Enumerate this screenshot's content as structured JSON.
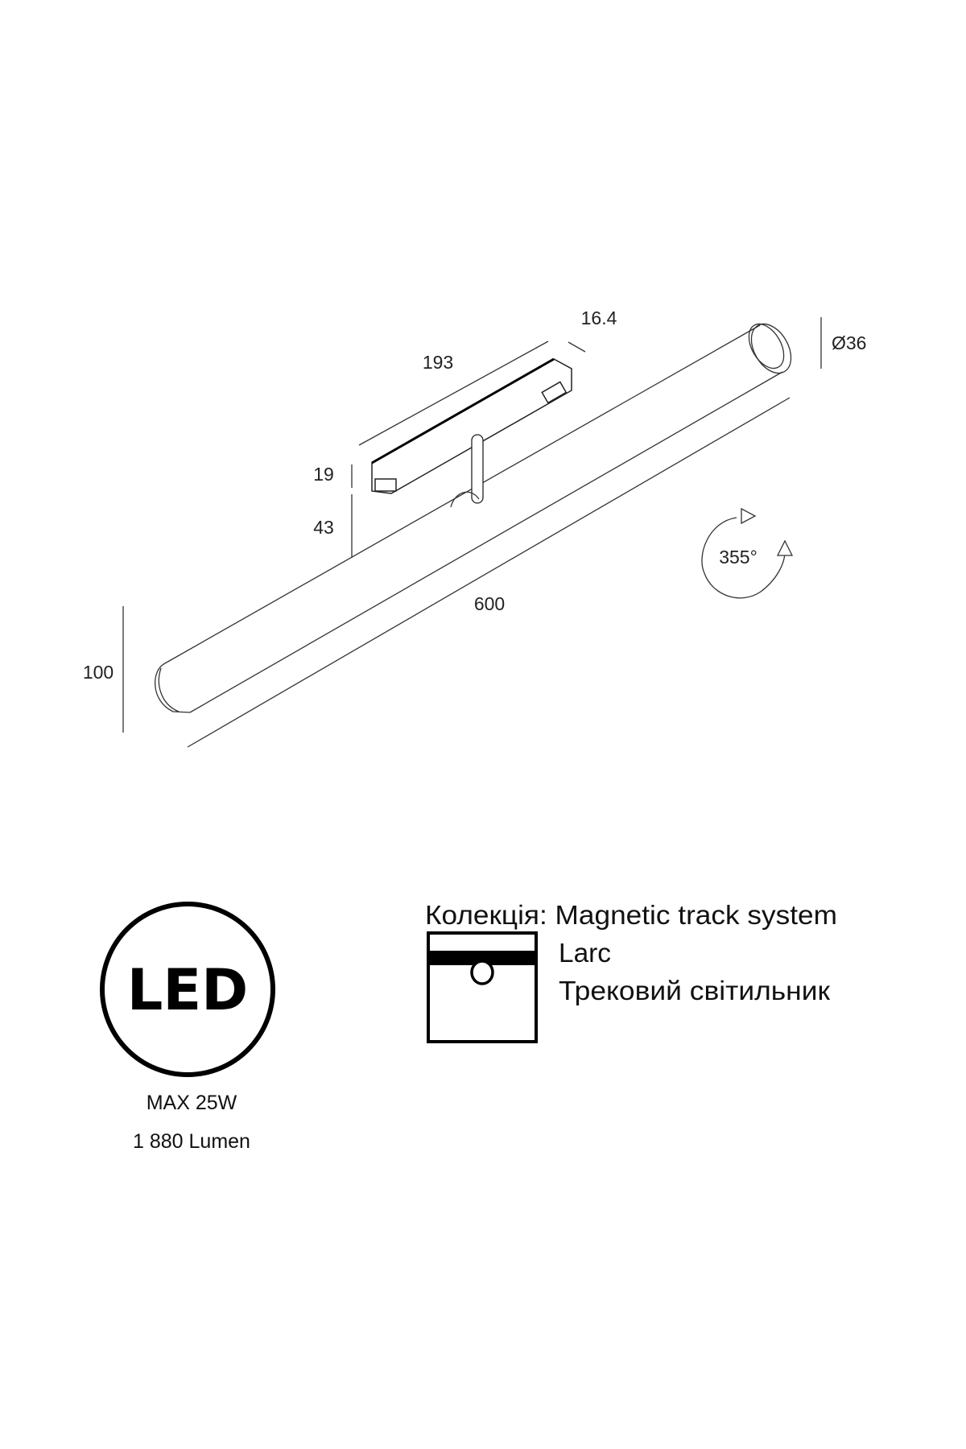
{
  "dimensions": {
    "width_adapter": "16.4",
    "length_adapter": "193",
    "height_adapter": "19",
    "stem_height": "43",
    "length_total": "600",
    "height_total": "100",
    "diameter": "Ø36",
    "rotation": "355°"
  },
  "led_badge": {
    "label": "LED",
    "power": "MAX 25W",
    "lumen": "1 880 Lumen"
  },
  "info": {
    "collection": "Колекція: Magnetic track system",
    "model": "Larc",
    "type": "Трековий світильник"
  }
}
